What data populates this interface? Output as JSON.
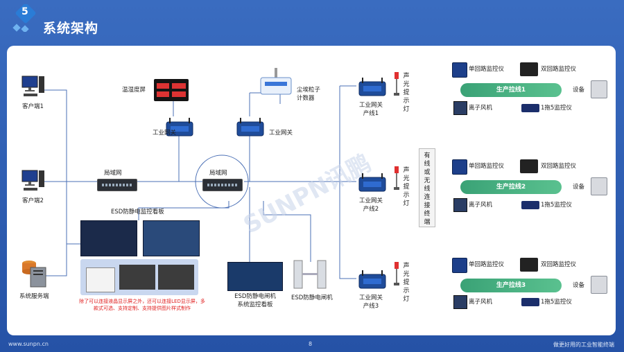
{
  "header": {
    "section_number": "5",
    "title": "系统架构"
  },
  "footer": {
    "website": "www.sunpn.cn",
    "page_number": "8",
    "slogan": "做更好用的工业智能终端"
  },
  "nodes": {
    "client1": "客户端1",
    "client2": "客户端2",
    "server": "系统服务端",
    "lan_left": "局域网",
    "lan_center": "局域网",
    "temp_screen": "温湿度屏",
    "gateway_left": "工业网关",
    "gateway_center": "工业网关",
    "dust_counter": "尘埃粒子\n计数器",
    "esd_board": "ESD防静电监控看板",
    "esd_gate_board": "ESD防静电闸机\n系统监控看板",
    "esd_gate": "ESD防静电闸机",
    "wireless": "有线或无线连接终端",
    "note": "除了可以连接液晶显示屏之外，还可以连接LED显示屏，多款式可选、支持定制、支持提供图片样式制作"
  },
  "lines": [
    {
      "gateway": "工业网关\n产线1",
      "light": "声光提示灯",
      "bar": "生产拉线1",
      "single_monitor": "单回路监控仪",
      "dual_monitor": "双回路监控仪",
      "fan": "离子风机",
      "one_to_five": "1拖5监控仪",
      "device": "设备"
    },
    {
      "gateway": "工业网关\n产线2",
      "light": "声光提示灯",
      "bar": "生产拉线2",
      "single_monitor": "单回路监控仪",
      "dual_monitor": "双回路监控仪",
      "fan": "离子风机",
      "one_to_five": "1拖5监控仪",
      "device": "设备"
    },
    {
      "gateway": "工业网关\n产线3",
      "light": "声光提示灯",
      "bar": "生产拉线3",
      "single_monitor": "单回路监控仪",
      "dual_monitor": "双回路监控仪",
      "fan": "离子风机",
      "one_to_five": "1拖5监控仪",
      "device": "设备"
    }
  ],
  "colors": {
    "accent": "#2f5fb0",
    "line_bar": "#3aa276",
    "note": "#e02020"
  }
}
